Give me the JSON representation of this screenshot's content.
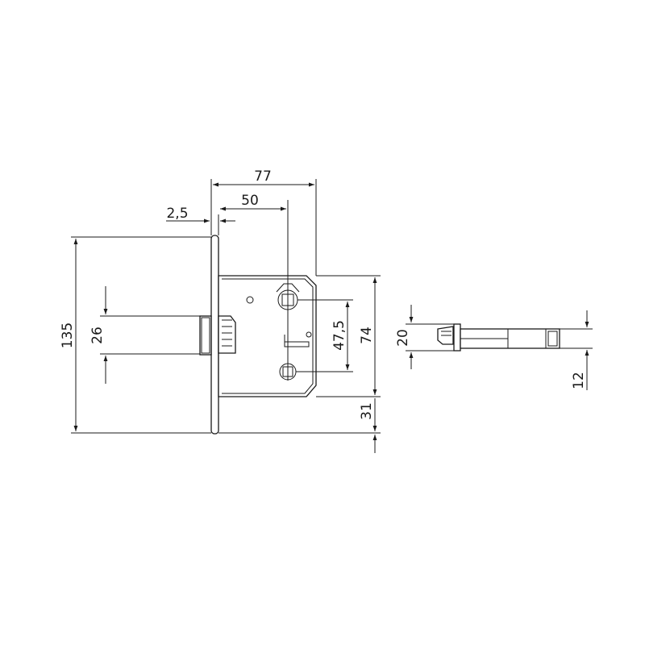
{
  "dimensions": {
    "total_height": "135",
    "latch_height": "26",
    "faceplate_thickness": "2,5",
    "backset": "50",
    "body_depth": "77",
    "spindle_center_distance": "47,5",
    "case_height": "74",
    "lower_offset": "31",
    "latch_side_height": "20",
    "latch_side_width": "12"
  },
  "colors": {
    "line": "#1a1a1a",
    "background": "#ffffff"
  }
}
